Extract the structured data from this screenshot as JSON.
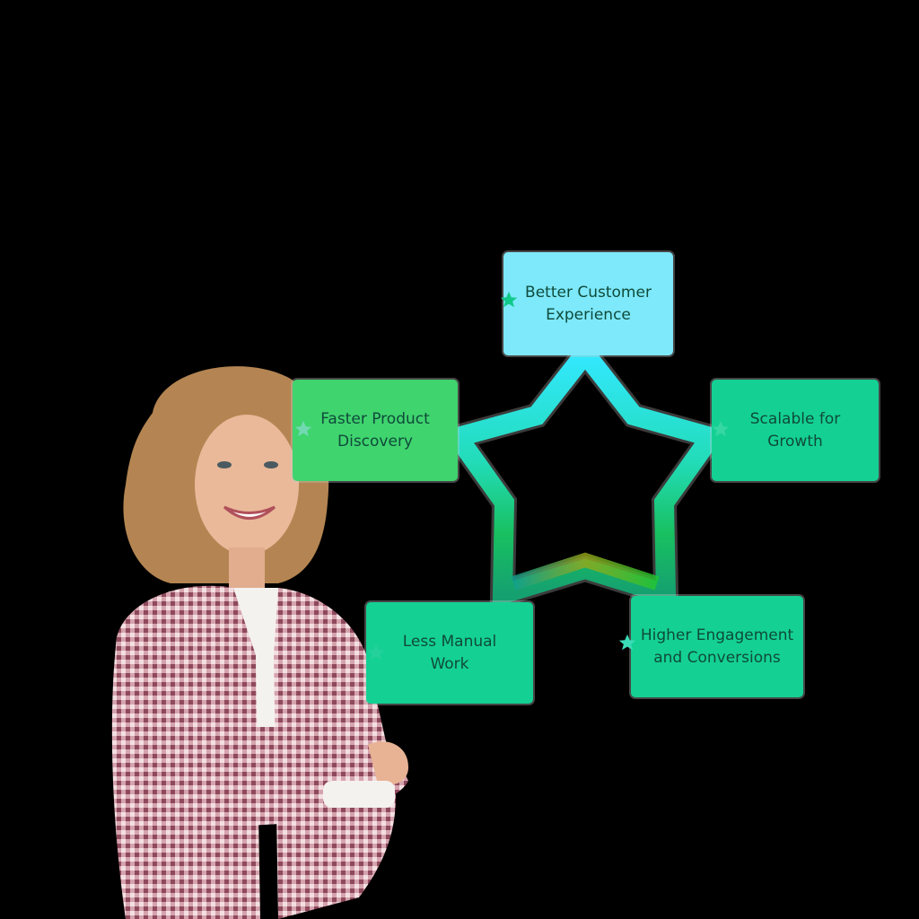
{
  "diagram": {
    "title": "",
    "center_shape": "star-outline",
    "nodes": [
      {
        "id": "top",
        "label": "Better Customer\nExperience",
        "color": "#7ee9fb",
        "marker": "star-icon",
        "marker_color": "#10c98a"
      },
      {
        "id": "left",
        "label": "Faster Product\nDiscovery",
        "color": "#3fd46e",
        "marker": "star-icon",
        "marker_color": "#7fd9c4"
      },
      {
        "id": "right",
        "label": "Scalable for\nGrowth",
        "color": "#14d193",
        "marker": "star-icon",
        "marker_color": "#3ed8a5"
      },
      {
        "id": "bottom-left",
        "label": "Less Manual\nWork",
        "color": "#14d193",
        "marker": "star-icon",
        "marker_color": "#2fd0a0"
      },
      {
        "id": "bottom-right",
        "label": "Higher Engagement\nand Conversions",
        "color": "#14d193",
        "marker": "star-icon",
        "marker_color": "#3bdcb8"
      }
    ],
    "image": {
      "subject": "smiling woman with curly hair in pink gingham blazer, arms crossed"
    }
  },
  "colors": {
    "background": "#000000",
    "text": "#0f4a3a",
    "star_gradient_top": "#2ee6f2",
    "star_gradient_bottom": "#18b060",
    "star_accent": "#a8b010"
  }
}
